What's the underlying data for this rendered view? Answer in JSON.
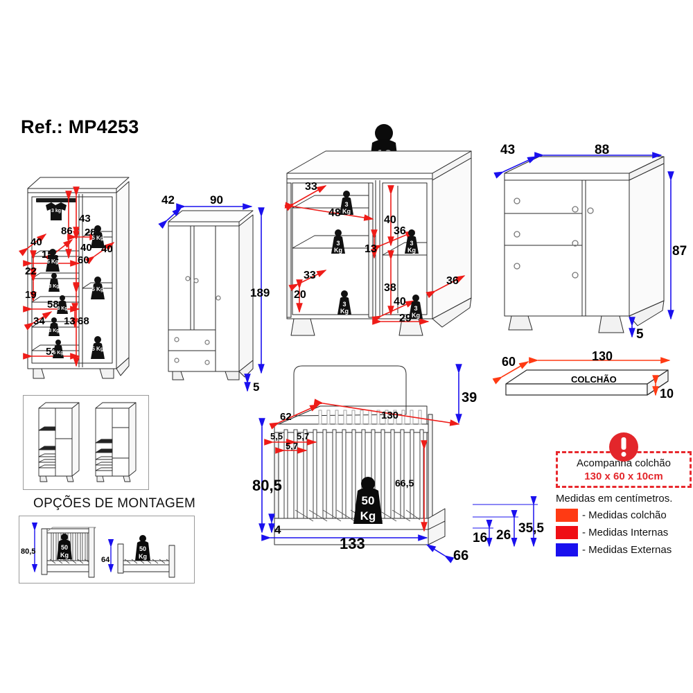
{
  "title": {
    "ref_label": "Ref.: MP4253"
  },
  "legend": {
    "warning_icon": "exclamation-icon",
    "warning_line1": "Acompanha colchão",
    "warning_line2": "130 x 60 x 10cm",
    "units_note": "Medidas em centímetros.",
    "items": [
      {
        "color": "#ff3a13",
        "label": "- Medidas colchão"
      },
      {
        "color": "#ef0e15",
        "label": "- Medidas Internas"
      },
      {
        "color": "#1a10ee",
        "label": "- Medidas Externas"
      }
    ]
  },
  "assembly": {
    "options_label": "OPÇÕES DE MONTAGEM"
  },
  "diagrams": {
    "bookcase": {
      "name": "Estante / guarda-roupa aberto",
      "weights": [
        "3 kg",
        "5 Kg",
        "5 Kg",
        "3 Kg",
        "3 Kg",
        "3 Kg",
        "5 Kg",
        "5 Kg"
      ],
      "dims": [
        "40",
        "86",
        "43",
        "28",
        "5 Kg",
        "15",
        "58",
        "40",
        "60",
        "40",
        "22",
        "19",
        "58",
        "34",
        "13",
        "68",
        "53"
      ],
      "labels": {
        "d_40_left": "40",
        "d_86": "86",
        "d_43": "43",
        "d_28": "28",
        "d_15": "15",
        "d_58_top": "58",
        "d_40_mid": "40",
        "d_60": "60",
        "d_40_right": "40",
        "d_22": "22",
        "d_19": "19",
        "d_58_bottom": "58",
        "d_34": "34",
        "d_13": "13",
        "d_68": "68",
        "d_53": "53"
      }
    },
    "wardrobe": {
      "name": "Guarda-roupa fechado",
      "labels": {
        "d_42": "42",
        "d_90": "90",
        "d_189": "189",
        "d_5": "5"
      }
    },
    "chest_open": {
      "name": "Cômoda aberta",
      "top_weight_num": "13",
      "top_weight_unit": "Kg",
      "weights": [
        "3 Kg",
        "3 Kg",
        "3 Kg",
        "3 Kg",
        "3 Kg"
      ],
      "labels": {
        "d_33_top": "33",
        "d_48": "48",
        "d_13": "13",
        "d_40_top": "40",
        "d_36_inner": "36",
        "d_36_right": "36",
        "d_33_bottom": "33",
        "d_20": "20",
        "d_38": "38",
        "d_40_bottom": "40",
        "d_29": "29"
      }
    },
    "chest_closed": {
      "name": "Cômoda fechada",
      "labels": {
        "d_43": "43",
        "d_88": "88",
        "d_87": "87",
        "d_5": "5"
      }
    },
    "mattress": {
      "name": "Colchão",
      "caption": "COLCHÃO",
      "labels": {
        "d_60": "60",
        "d_130": "130",
        "d_10": "10"
      }
    },
    "crib": {
      "name": "Berço",
      "weight": {
        "num": "50",
        "unit": "Kg"
      },
      "labels": {
        "d_62": "62",
        "d_130": "130",
        "d_39": "39",
        "d_55": "5,5",
        "d_57_a": "5,7",
        "d_57_b": "5,7",
        "d_805": "80,5",
        "d_665": "66,5",
        "d_4": "4",
        "d_133": "133",
        "d_66": "66",
        "d_16": "16",
        "d_26": "26",
        "d_355": "35,5"
      }
    },
    "assembly_crib": {
      "option_a": {
        "weight_num": "50",
        "weight_unit": "Kg",
        "height": "80,5"
      },
      "option_b": {
        "weight_num": "50",
        "weight_unit": "Kg",
        "height": "64"
      }
    }
  }
}
